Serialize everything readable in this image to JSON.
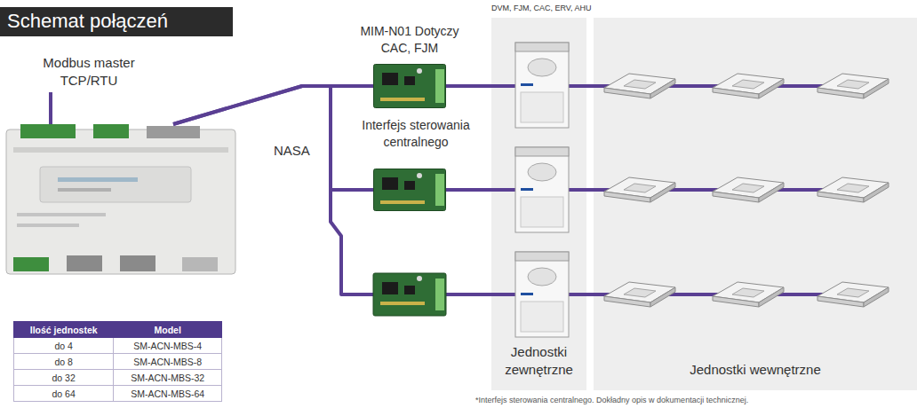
{
  "diagram": {
    "title": "Schemat połączeń",
    "nodes": [
      {
        "text": [
          "Modbus master TCP/RTU"
        ]
      },
      {
        "text": [
          "MIM-N01 Dotyczy CAC, FJM"
        ]
      },
      {
        "text": [
          "Interfejs sterowania centralnego"
        ]
      },
      {
        "text": [
          "DVM, FJM, CAC, ERV, AHU",
          "Jednostki zewnętrzne"
        ]
      },
      {
        "text": [
          "Jednostki wewnętrzne"
        ]
      }
    ],
    "edges": [
      {
        "from": 0,
        "to": 1,
        "arrow": "none"
      },
      {
        "from": 0,
        "to": 2,
        "arrow": "none"
      },
      {
        "from": 1,
        "to": 3,
        "arrow": "none"
      },
      {
        "from": 2,
        "to": 3,
        "arrow": "none"
      }
    ],
    "labels": [
      "NASA",
      "Ilość jednostek",
      "Model",
      "do 4",
      "SM-ACN-MBS-4",
      "do 8",
      "SM-ACN-MBS-8",
      "do 32",
      "SM-ACN-MBS-32",
      "do 64",
      "SM-ACN-MBS-64",
      "*Interfejs sterowania centralnego. Dokładny opis w dokumentacji technicznej."
    ]
  }
}
